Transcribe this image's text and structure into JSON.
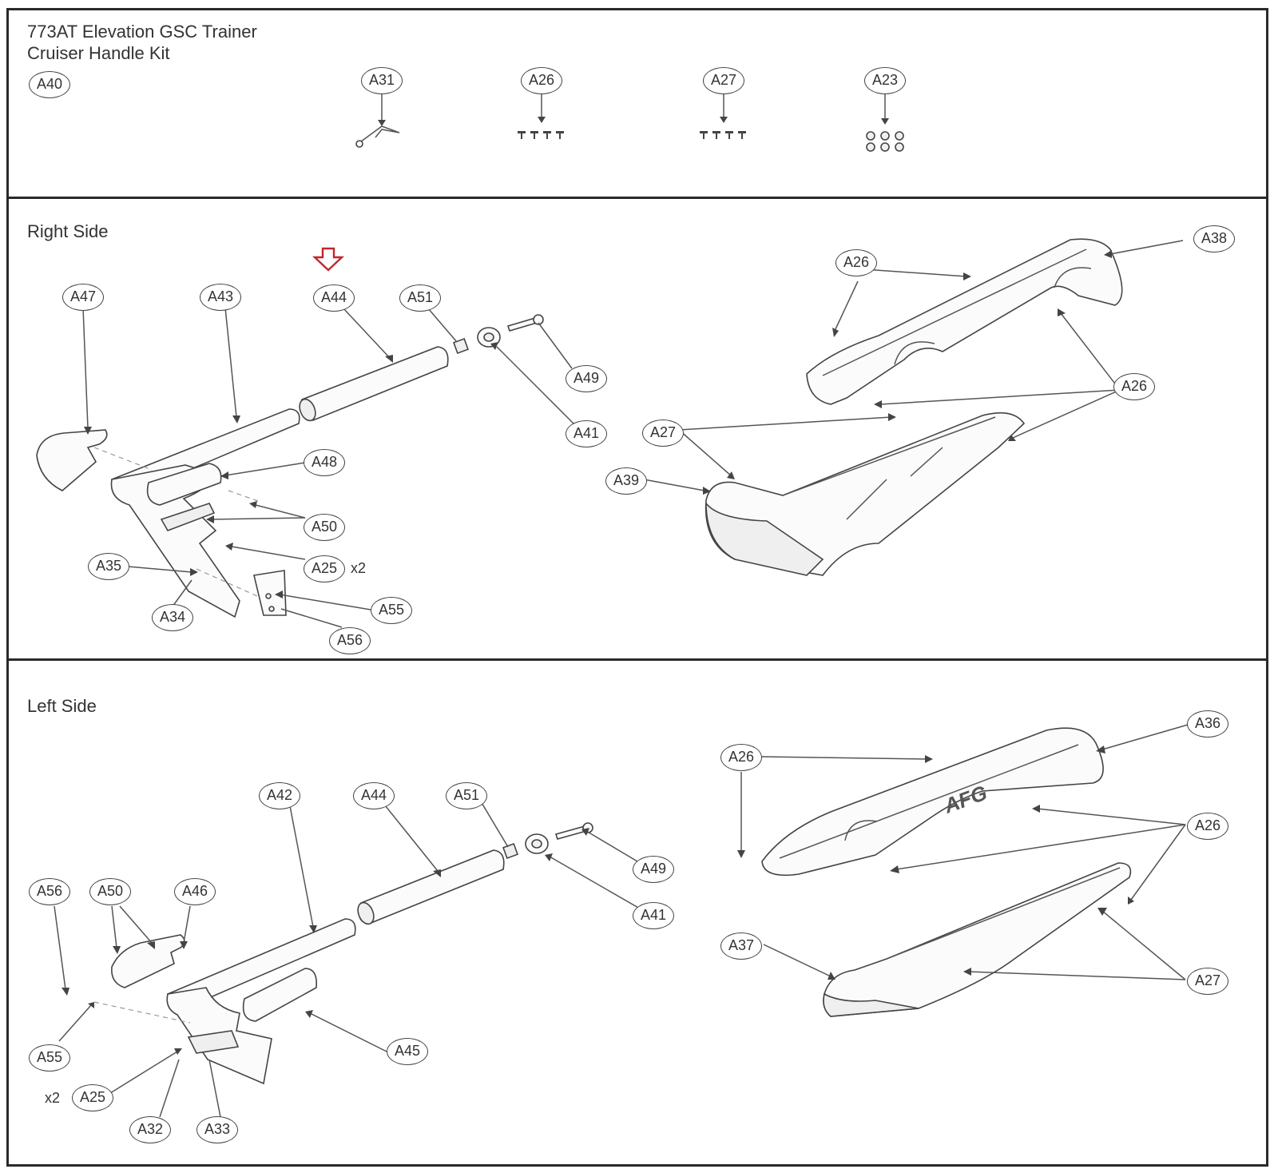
{
  "header": {
    "title_line1": "773AT Elevation GSC Trainer",
    "title_line2": "Cruiser Handle Kit"
  },
  "panels": {
    "kit": {
      "callouts": [
        "A40",
        "A31",
        "A26",
        "A27",
        "A23"
      ]
    },
    "right": {
      "title": "Right Side",
      "callouts": [
        "A47",
        "A43",
        "A44",
        "A51",
        "A49",
        "A41",
        "A48",
        "A50",
        "A25",
        "A35",
        "A34",
        "A55",
        "A56",
        "A26",
        "A38",
        "A26",
        "A27",
        "A39"
      ],
      "qty": "x2"
    },
    "left": {
      "title": "Left Side",
      "callouts": [
        "A42",
        "A44",
        "A51",
        "A49",
        "A41",
        "A56",
        "A50",
        "A46",
        "A55",
        "A25",
        "A32",
        "A33",
        "A45",
        "A36",
        "A26",
        "A26",
        "A37",
        "A27"
      ],
      "qty": "x2"
    }
  },
  "colors": {
    "highlight_arrow": "#c0272d",
    "lines": "#555555"
  }
}
